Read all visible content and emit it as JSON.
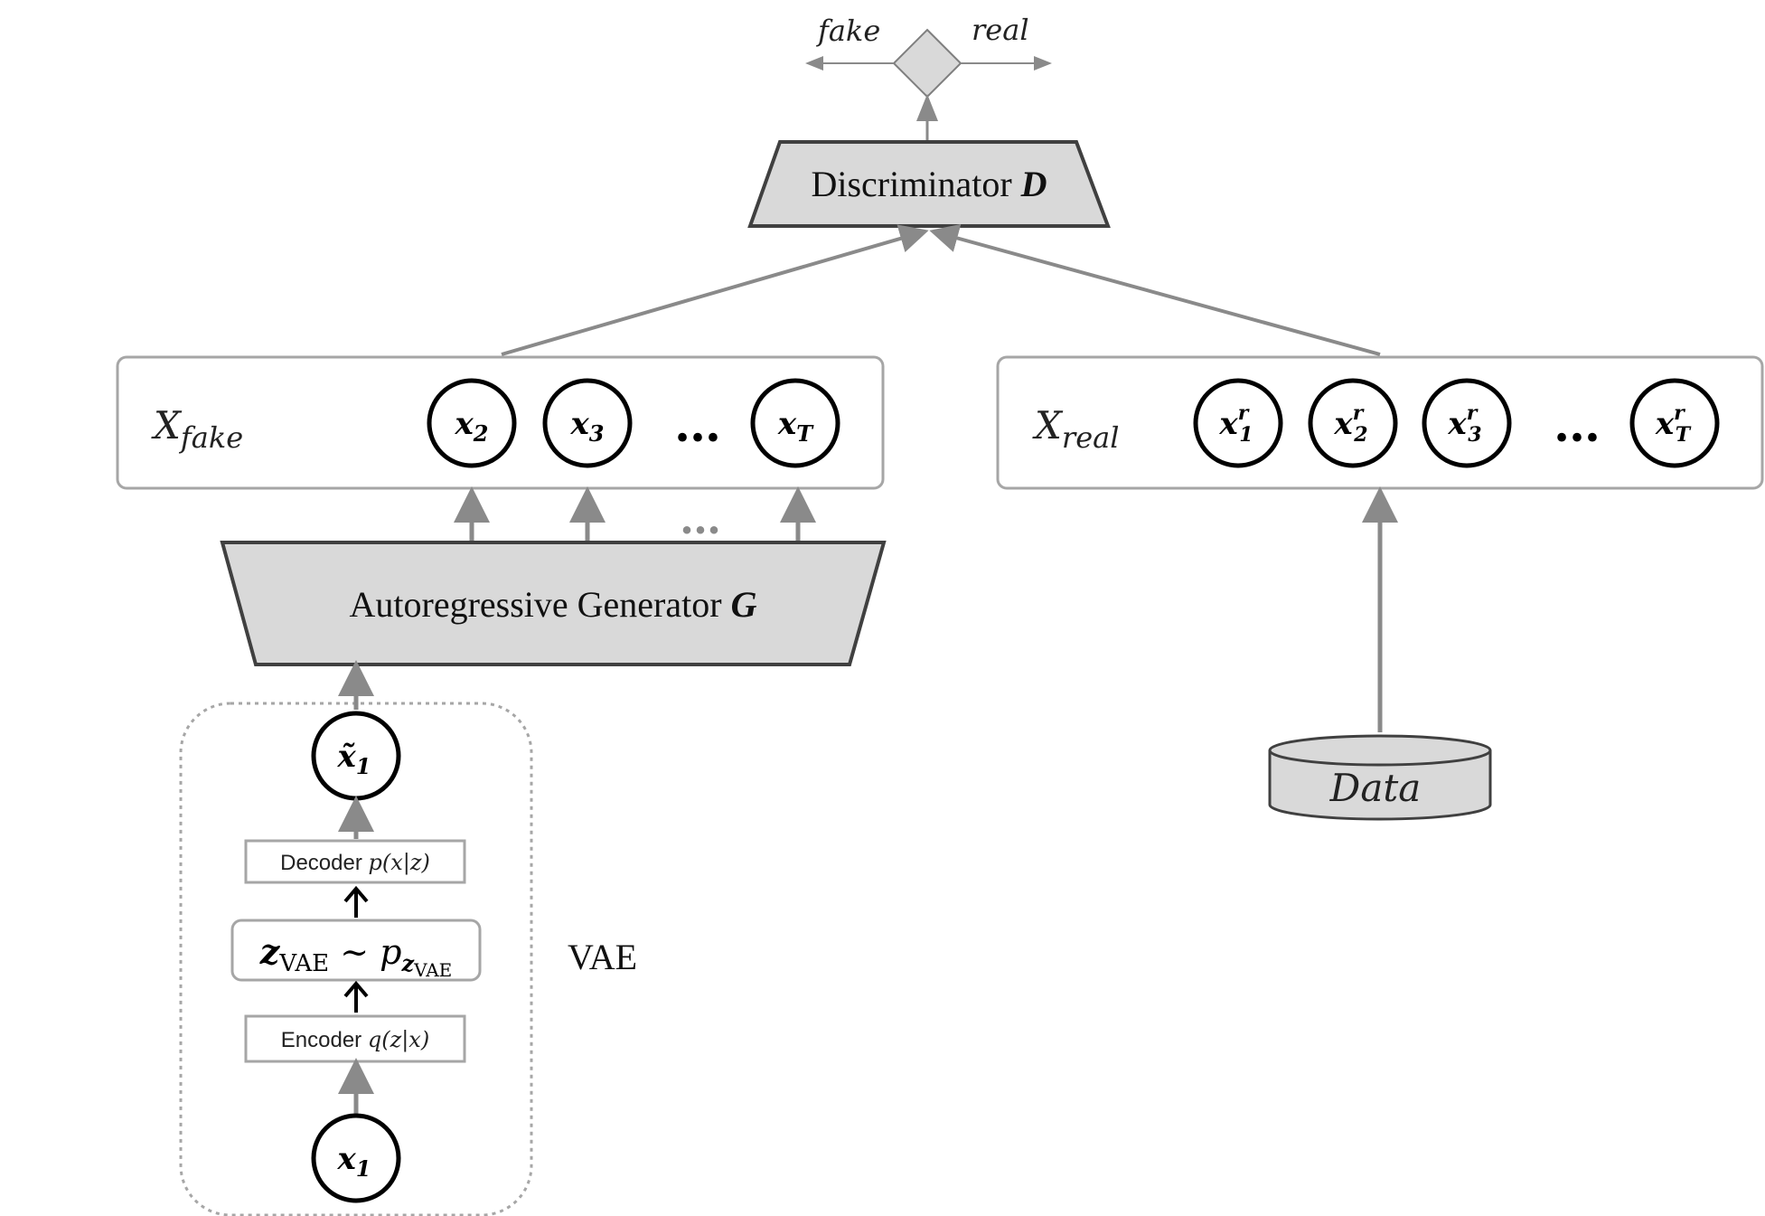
{
  "decision": {
    "fake_label": "fake",
    "real_label": "real"
  },
  "discriminator": {
    "label": "Discriminator",
    "symbol": "D"
  },
  "fake_sequence": {
    "name": "X",
    "subscript": "fake",
    "nodes": [
      {
        "base": "x",
        "sub": "2"
      },
      {
        "base": "x",
        "sub": "3"
      },
      {
        "base": "x",
        "sub": "T"
      }
    ],
    "ellipsis": "…"
  },
  "real_sequence": {
    "name": "X",
    "subscript": "real",
    "nodes": [
      {
        "base": "x",
        "sup": "r",
        "sub": "1"
      },
      {
        "base": "x",
        "sup": "r",
        "sub": "2"
      },
      {
        "base": "x",
        "sup": "r",
        "sub": "3"
      },
      {
        "base": "x",
        "sup": "r",
        "sub": "T"
      }
    ],
    "ellipsis": "…"
  },
  "generator": {
    "label": "Autoregressive Generator",
    "symbol": "G",
    "output_ellipsis": "…"
  },
  "vae": {
    "label": "VAE",
    "reconstructed": {
      "base": "x̃",
      "sub": "1"
    },
    "decoder": {
      "label": "Decoder",
      "formula": "p(x|z)"
    },
    "latent": {
      "z": "z",
      "z_sub": "VAE",
      "sim": "~",
      "p": "p",
      "p_sub_z": "z",
      "p_sub_sub": "VAE"
    },
    "encoder": {
      "label": "Encoder",
      "formula": "q(z|x)"
    },
    "input": {
      "base": "x",
      "sub": "1"
    }
  },
  "data_store": {
    "label": "Data"
  }
}
